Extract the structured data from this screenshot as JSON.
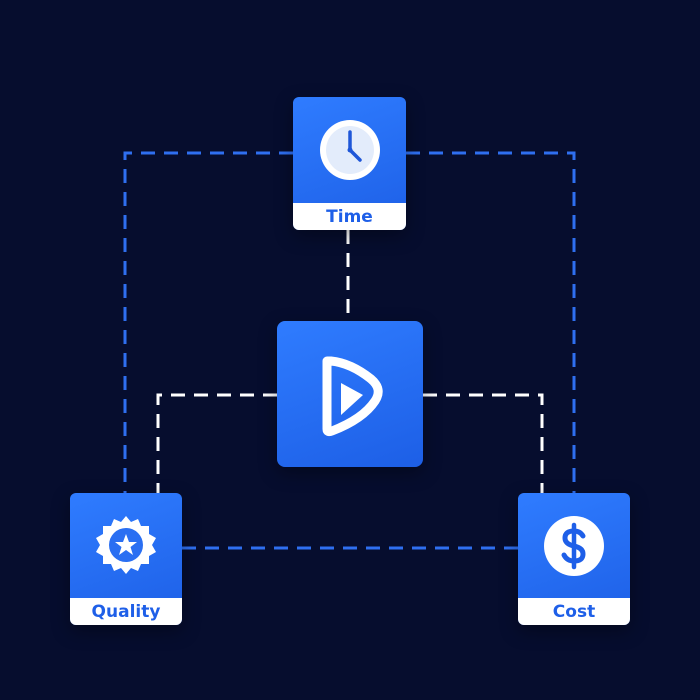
{
  "diagram": {
    "nodes": {
      "time": {
        "label": "Time",
        "icon": "clock-icon"
      },
      "quality": {
        "label": "Quality",
        "icon": "badge-star-icon"
      },
      "cost": {
        "label": "Cost",
        "icon": "dollar-icon"
      },
      "center": {
        "icon": "brand-logo-icon"
      }
    },
    "edges": [
      {
        "from": "time",
        "to": "center"
      },
      {
        "from": "center",
        "to": "quality"
      },
      {
        "from": "center",
        "to": "cost"
      },
      {
        "from": "time",
        "to": "quality"
      },
      {
        "from": "time",
        "to": "cost"
      },
      {
        "from": "quality",
        "to": "cost"
      }
    ],
    "colors": {
      "background": "#060d2e",
      "card": "#2a74fb",
      "outer_dash": "#2f6ff0",
      "inner_dash": "#ffffff",
      "label_text": "#1e5fe8"
    }
  }
}
